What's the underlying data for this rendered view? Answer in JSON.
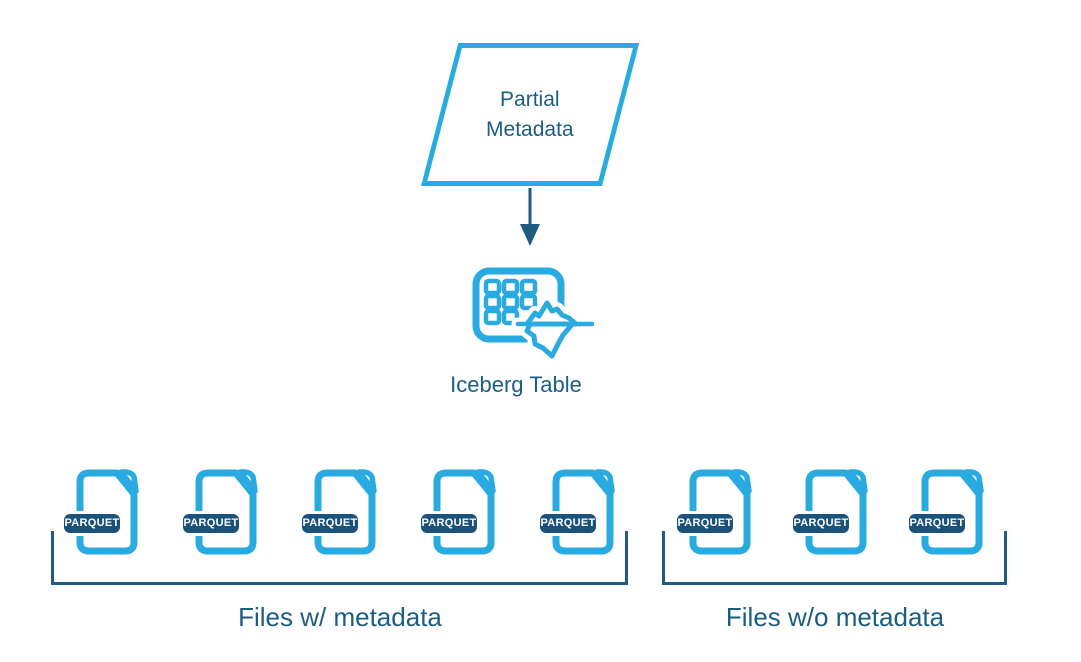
{
  "flow": {
    "partial_metadata": {
      "line1": "Partial",
      "line2": "Metadata"
    },
    "iceberg_table": {
      "label": "Iceberg Table"
    }
  },
  "file_groups": [
    {
      "label": "Files w/ metadata",
      "file_count": 5,
      "file_type": "PARQUET"
    },
    {
      "label": "Files w/o metadata",
      "file_count": 3,
      "file_type": "PARQUET"
    }
  ],
  "icons": {
    "flow_arrow": "down-arrow",
    "iceberg": "iceberg-table-grid",
    "file": "parquet-document"
  },
  "colors": {
    "accent_blue": "#29ABE2",
    "text_blue": "#1C5D82",
    "badge_navy": "#1A527A",
    "connector_navy": "#1D5B80",
    "background": "#FFFFFF"
  }
}
